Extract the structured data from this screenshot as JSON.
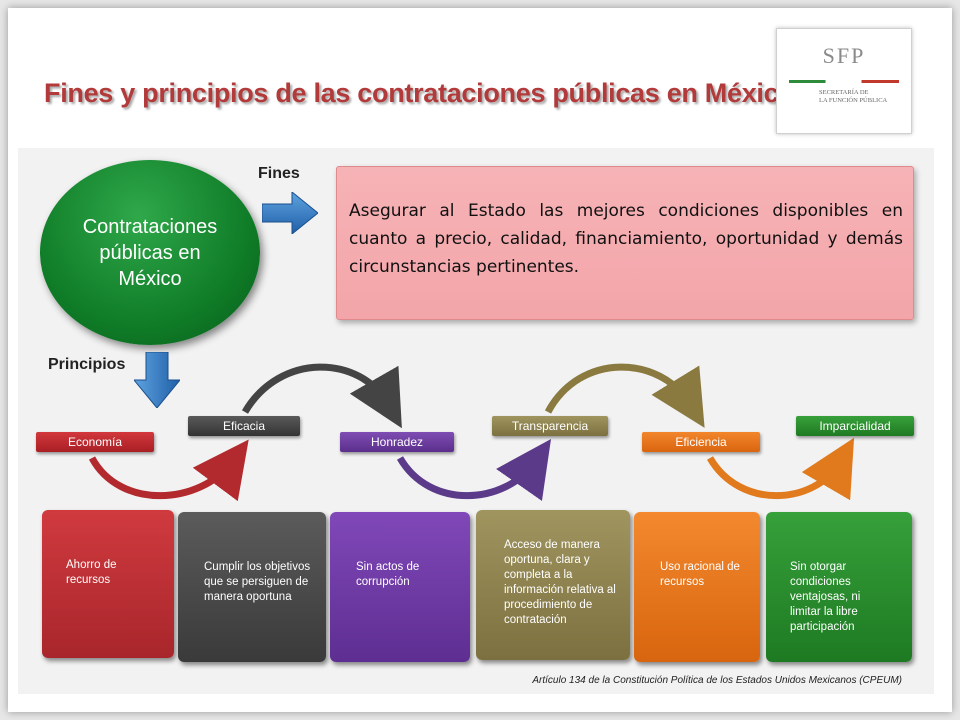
{
  "title": "Fines y principios de las contrataciones públicas en México",
  "logo": {
    "name": "SFP",
    "subtitle_1": "SECRETARÍA DE",
    "subtitle_2": "LA FUNCIÓN PÚBLICA"
  },
  "center": {
    "label": "Contrataciones públicas en México"
  },
  "fines": {
    "label": "Fines",
    "text": "Asegurar al Estado las mejores condiciones disponibles en cuanto a precio, calidad, financiamiento, oportunidad y demás circunstancias pertinentes."
  },
  "principios": {
    "label": "Principios",
    "items": [
      {
        "name": "Economía",
        "description": "Ahorro de recursos",
        "color": "#c0282d"
      },
      {
        "name": "Eficacia",
        "description": "Cumplir los objetivos que se persiguen de manera oportuna",
        "color": "#4b4b4b"
      },
      {
        "name": "Honradez",
        "description": "Sin actos de corrupción",
        "color": "#6f3fa0"
      },
      {
        "name": "Transparencia",
        "description": "Acceso de manera oportuna, clara y completa a la información relativa al procedimiento de contratación",
        "color": "#8f8452"
      },
      {
        "name": "Eficiencia",
        "description": "Uso racional de recursos",
        "color": "#e9731c"
      },
      {
        "name": "Imparcialidad",
        "description": "Sin otorgar condiciones ventajosas, ni limitar la libre participación",
        "color": "#2b8a2f"
      }
    ]
  },
  "footnote": "Artículo 134 de la Constitución Política de los Estados Unidos Mexicanos (CPEUM)"
}
